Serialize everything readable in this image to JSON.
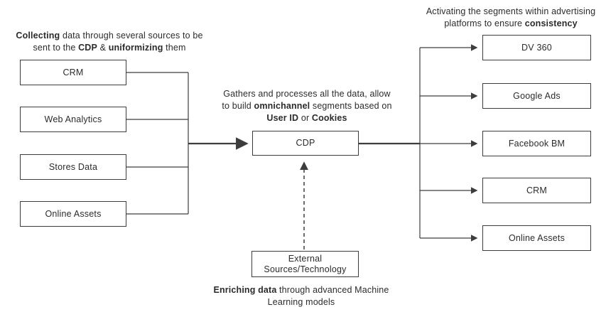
{
  "diagram": {
    "annotations": {
      "collecting": {
        "segments": [
          {
            "text": "Collecting",
            "bold": true
          },
          {
            "text": " data through several sources to be sent to the ",
            "bold": false
          },
          {
            "text": "CDP",
            "bold": true
          },
          {
            "text": " & ",
            "bold": false
          },
          {
            "text": "uniformizing",
            "bold": true
          },
          {
            "text": " them",
            "bold": false
          }
        ]
      },
      "processing": {
        "segments": [
          {
            "text": "Gathers and processes all the data, allow to build ",
            "bold": false
          },
          {
            "text": "omnichannel",
            "bold": true
          },
          {
            "text": " segments based on ",
            "bold": false
          },
          {
            "text": "User ID",
            "bold": true
          },
          {
            "text": " or ",
            "bold": false
          },
          {
            "text": "Cookies",
            "bold": true
          }
        ]
      },
      "activating": {
        "segments": [
          {
            "text": "Activating the segments within advertising platforms to ensure ",
            "bold": false
          },
          {
            "text": "consistency",
            "bold": true
          }
        ]
      },
      "enriching": {
        "segments": [
          {
            "text": "Enriching data",
            "bold": true
          },
          {
            "text": " through advanced Machine Learning models",
            "bold": false
          }
        ]
      }
    },
    "sources": [
      {
        "label": "CRM"
      },
      {
        "label": "Web Analytics"
      },
      {
        "label": "Stores Data"
      },
      {
        "label": "Online Assets"
      }
    ],
    "hub": {
      "label": "CDP"
    },
    "enrichment_box": {
      "label": "External Sources/Technology"
    },
    "destinations": [
      {
        "label": "DV 360"
      },
      {
        "label": "Google Ads"
      },
      {
        "label": "Facebook BM"
      },
      {
        "label": "CRM"
      },
      {
        "label": "Online Assets"
      }
    ],
    "colors": {
      "line": "#3d3d3d",
      "text": "#2b2b2b",
      "background": "#ffffff"
    }
  }
}
